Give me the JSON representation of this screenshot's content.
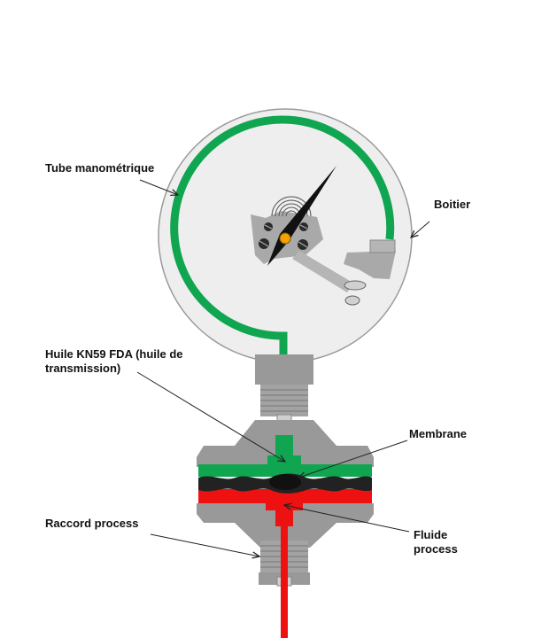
{
  "labels": {
    "tube": "Tube manométrique",
    "boitier": "Boitier",
    "huile_line1": "Huile KN59  FDA (huile de",
    "huile_line2": "transmission)",
    "membrane": "Membrane",
    "raccord": "Raccord process",
    "fluide_line1": "Fluide",
    "fluide_line2": "process"
  },
  "colors": {
    "oil": "#10a550",
    "process_fluid": "#ee1111",
    "membrane": "#222222",
    "housing": "#999999",
    "dial": "#eeeeee",
    "pointer": "#111111",
    "pivot": "#f5a000"
  }
}
